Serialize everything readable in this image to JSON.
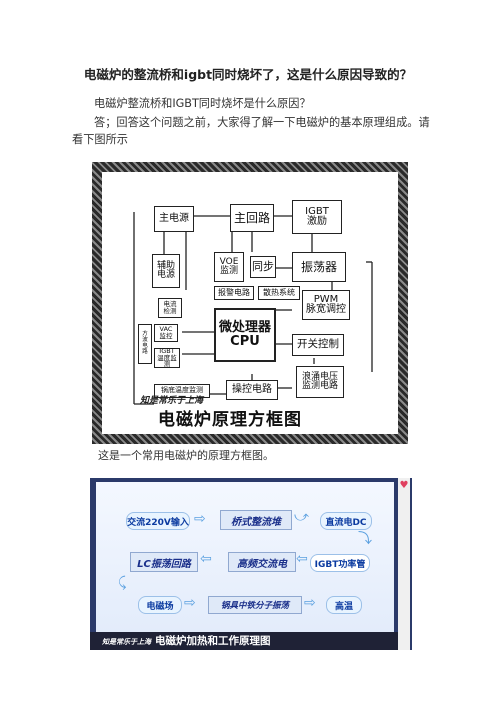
{
  "article": {
    "title": "电磁炉的整流桥和igbt同时烧坏了，这是什么原因导致的？",
    "question": "电磁炉整流桥和IGBT同时烧坏是什么原因？",
    "answer": "答；回答这个问题之前，大家得了解一下电磁炉的基本原理组成。请看下图所示",
    "caption1": "这是一个常用电磁炉的原理方框图。"
  },
  "diagram1": {
    "title": "电磁炉原理方框图",
    "signature": "知是常乐于上海",
    "blocks": {
      "main_power": "主电源",
      "main_circuit": "主回路",
      "igbt_drive": "IGBT\n激励",
      "aux_power": "辅助\n电源",
      "voe_monitor": "VOE\n监测",
      "sync": "同步",
      "oscillator": "振荡器",
      "alarm": "报警电路",
      "cooling": "散热系统",
      "pwm": "PWM\n脉宽调控",
      "current_detect": "电流\n检测",
      "vac_monitor": "VAC\n监控",
      "mcu": "微处理器\nCPU",
      "switch_ctrl": "开关控制",
      "igbt_temp": "IGBT\n温度监测",
      "square_wave": "方\n波\n电\n路",
      "pan_temp": "锅底温度监测",
      "control": "操控电路",
      "surge": "浪涌电压\n监测电路"
    }
  },
  "diagram2": {
    "title": "电磁炉加热和工作原理图",
    "signature": "知是常乐于上海",
    "nodes": {
      "ac_input": "交流220V输入",
      "rectifier": "桥式整流堆",
      "dc": "直流电DC",
      "lc": "LC振荡回路",
      "hf_ac": "高频交流电",
      "igbt_tube": "IGBT功率管",
      "em_field": "电磁场",
      "molecule": "锅具中铁分子振荡",
      "high_temp": "高温"
    }
  }
}
